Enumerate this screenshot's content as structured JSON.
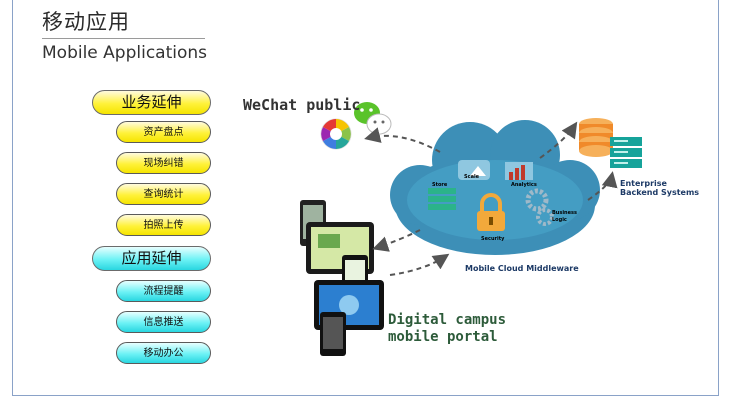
{
  "header": {
    "title_cn": "移动应用",
    "title_en": "Mobile Applications"
  },
  "groups": [
    {
      "label": "业务延伸",
      "color": "#fff23a",
      "items": [
        "资产盘点",
        "现场纠错",
        "查询统计",
        "拍照上传"
      ]
    },
    {
      "label": "应用延伸",
      "color": "#6cf2f5",
      "items": [
        "流程提醒",
        "信息推送",
        "移动办公"
      ]
    }
  ],
  "diagram": {
    "wechat_label": "WeChat public",
    "portal_line1": "Digital campus",
    "portal_line2": "mobile portal",
    "enterprise_line1": "Enterprise",
    "enterprise_line2": "Backend Systems",
    "middleware_label": "Mobile Cloud Middleware",
    "cloud_labels": {
      "scale": "Scale",
      "analytics": "Analytics",
      "store": "Store",
      "security": "Security",
      "business_logic_1": "Business",
      "business_logic_2": "Logic"
    },
    "colors": {
      "cloud": "#3d8fb7",
      "cloud_inner": "#4aa6cc",
      "wechat_green": "#5ac32a",
      "db_orange": "#f08a2a",
      "server_teal": "#16a39a"
    }
  }
}
